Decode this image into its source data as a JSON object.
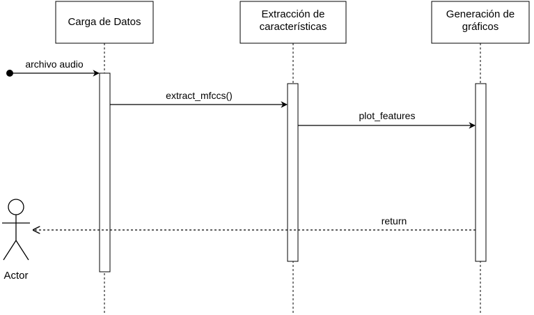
{
  "participants": [
    {
      "id": "carga",
      "label": "Carga de Datos"
    },
    {
      "id": "extraccion",
      "label": "Extracción de características"
    },
    {
      "id": "generacion",
      "label": "Generación de gráficos"
    }
  ],
  "actor": {
    "label": "Actor"
  },
  "messages": [
    {
      "id": "archivo",
      "label": "archivo audio",
      "style": "found"
    },
    {
      "id": "extract",
      "label": "extract_mfccs()",
      "style": "solid"
    },
    {
      "id": "plot",
      "label": "plot_features",
      "style": "solid"
    },
    {
      "id": "return",
      "label": "return",
      "style": "dashed"
    }
  ]
}
